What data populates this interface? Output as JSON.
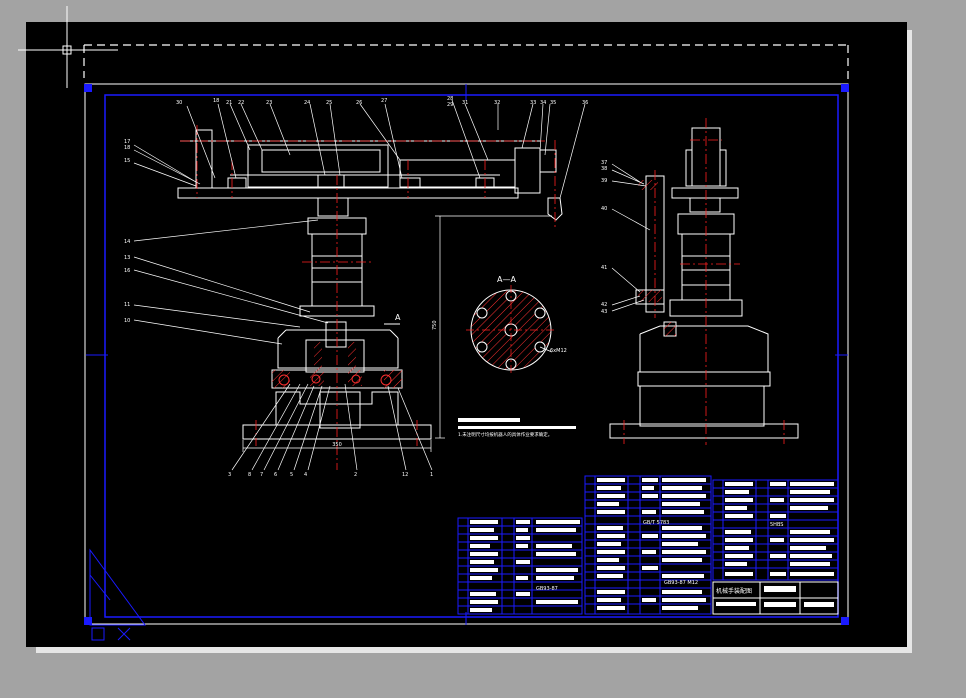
{
  "drawing": {
    "section_label": "A—A",
    "section_marker": "A",
    "hole_callout": "6xM12",
    "dimension_height": "750",
    "dimension_base": "350",
    "tech_note": "1.未注明尺寸均按机器人的具体作业要求确定。",
    "part_numbers_top": [
      "30",
      "18",
      "21",
      "22",
      "23",
      "24",
      "25",
      "26",
      "27",
      "28",
      "29",
      "31",
      "32",
      "33",
      "34",
      "35",
      "36"
    ],
    "part_numbers_left": [
      "17",
      "18",
      "15",
      "14",
      "13",
      "16",
      "11",
      "10"
    ],
    "part_numbers_bottom": [
      "3",
      "8",
      "7",
      "6",
      "5",
      "4",
      "2",
      "12",
      "1"
    ],
    "part_numbers_right": [
      "37",
      "38",
      "39",
      "40",
      "41",
      "42",
      "43"
    ]
  },
  "title_block": {
    "title": "机械手装配图",
    "code_1": "GB93-87",
    "code_2": "GB93-87 M12",
    "code_3": "GB/T 5783",
    "code_4": "5HBS"
  },
  "colors": {
    "background": "#000000",
    "border_white": "#ffffff",
    "frame_blue": "#1010ff",
    "centerline_red": "#ff2020",
    "drawing_white": "#ffffff"
  }
}
